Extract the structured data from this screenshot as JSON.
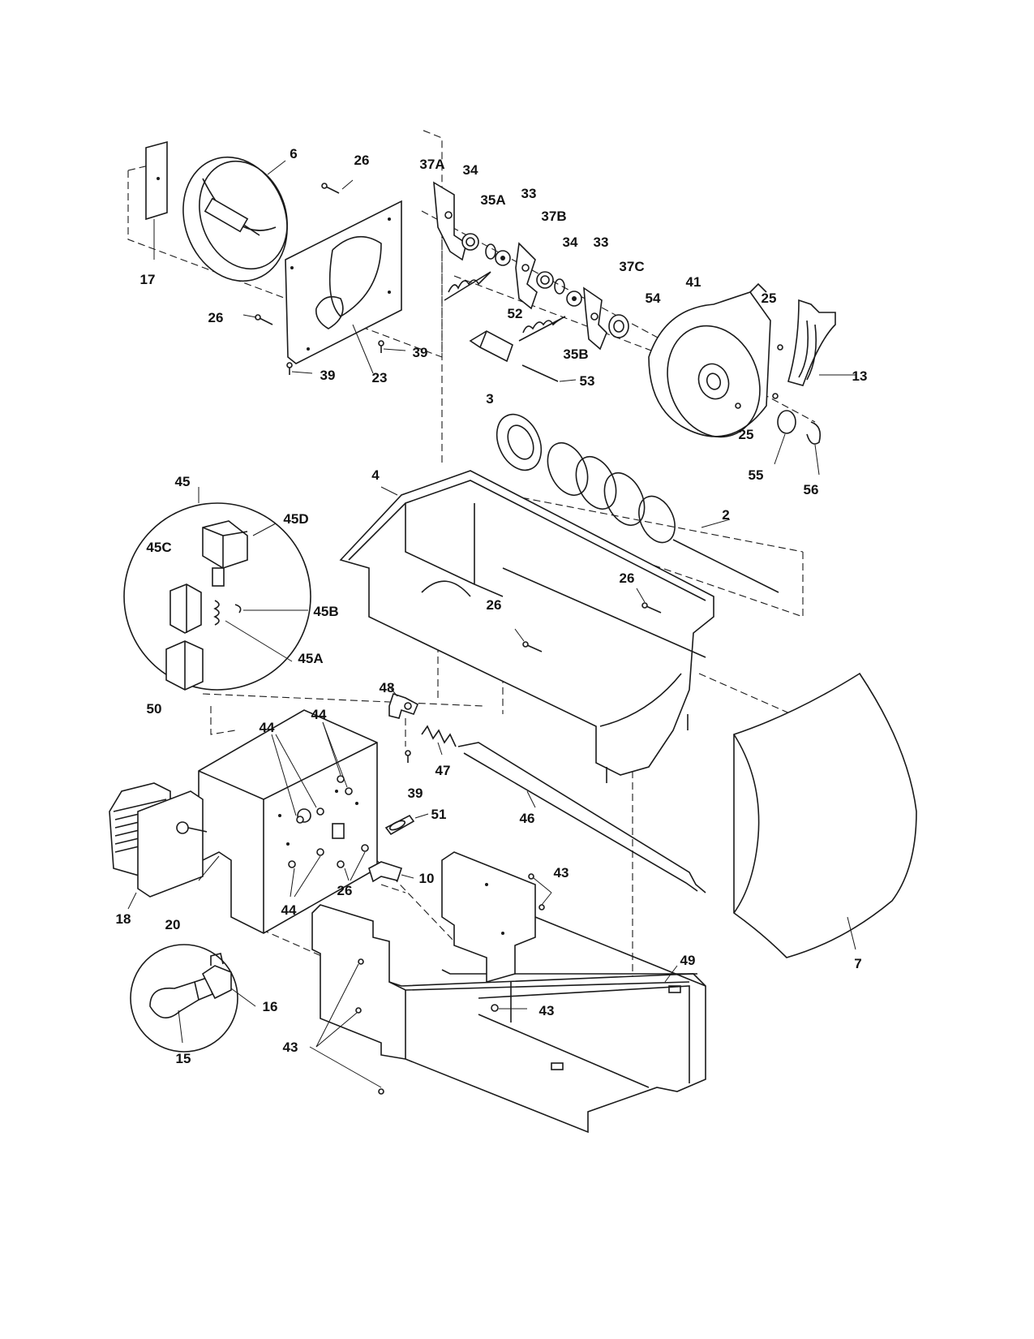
{
  "labels": [
    {
      "id": "6",
      "text": "6"
    },
    {
      "id": "26a",
      "text": "26"
    },
    {
      "id": "17",
      "text": "17"
    },
    {
      "id": "26b",
      "text": "26"
    },
    {
      "id": "39a",
      "text": "39"
    },
    {
      "id": "39b",
      "text": "39"
    },
    {
      "id": "23",
      "text": "23"
    },
    {
      "id": "37A",
      "text": "37A"
    },
    {
      "id": "34a",
      "text": "34"
    },
    {
      "id": "35A",
      "text": "35A"
    },
    {
      "id": "33a",
      "text": "33"
    },
    {
      "id": "37B",
      "text": "37B"
    },
    {
      "id": "34b",
      "text": "34"
    },
    {
      "id": "33b",
      "text": "33"
    },
    {
      "id": "37C",
      "text": "37C"
    },
    {
      "id": "41",
      "text": "41"
    },
    {
      "id": "25a",
      "text": "25"
    },
    {
      "id": "54",
      "text": "54"
    },
    {
      "id": "52",
      "text": "52"
    },
    {
      "id": "35B",
      "text": "35B"
    },
    {
      "id": "53",
      "text": "53"
    },
    {
      "id": "13",
      "text": "13"
    },
    {
      "id": "25b",
      "text": "25"
    },
    {
      "id": "55",
      "text": "55"
    },
    {
      "id": "56",
      "text": "56"
    },
    {
      "id": "3",
      "text": "3"
    },
    {
      "id": "4",
      "text": "4"
    },
    {
      "id": "2",
      "text": "2"
    },
    {
      "id": "26c",
      "text": "26"
    },
    {
      "id": "26d",
      "text": "26"
    },
    {
      "id": "45",
      "text": "45"
    },
    {
      "id": "45D",
      "text": "45D"
    },
    {
      "id": "45C",
      "text": "45C"
    },
    {
      "id": "45B",
      "text": "45B"
    },
    {
      "id": "45A",
      "text": "45A"
    },
    {
      "id": "50",
      "text": "50"
    },
    {
      "id": "48",
      "text": "48"
    },
    {
      "id": "44a",
      "text": "44"
    },
    {
      "id": "44b",
      "text": "44"
    },
    {
      "id": "47",
      "text": "47"
    },
    {
      "id": "39c",
      "text": "39"
    },
    {
      "id": "46",
      "text": "46"
    },
    {
      "id": "51",
      "text": "51"
    },
    {
      "id": "18",
      "text": "18"
    },
    {
      "id": "20",
      "text": "20"
    },
    {
      "id": "26e",
      "text": "26"
    },
    {
      "id": "10",
      "text": "10"
    },
    {
      "id": "44c",
      "text": "44"
    },
    {
      "id": "43a",
      "text": "43"
    },
    {
      "id": "7",
      "text": "7"
    },
    {
      "id": "49",
      "text": "49"
    },
    {
      "id": "16",
      "text": "16"
    },
    {
      "id": "15",
      "text": "15"
    },
    {
      "id": "43b",
      "text": "43"
    },
    {
      "id": "43c",
      "text": "43"
    }
  ]
}
